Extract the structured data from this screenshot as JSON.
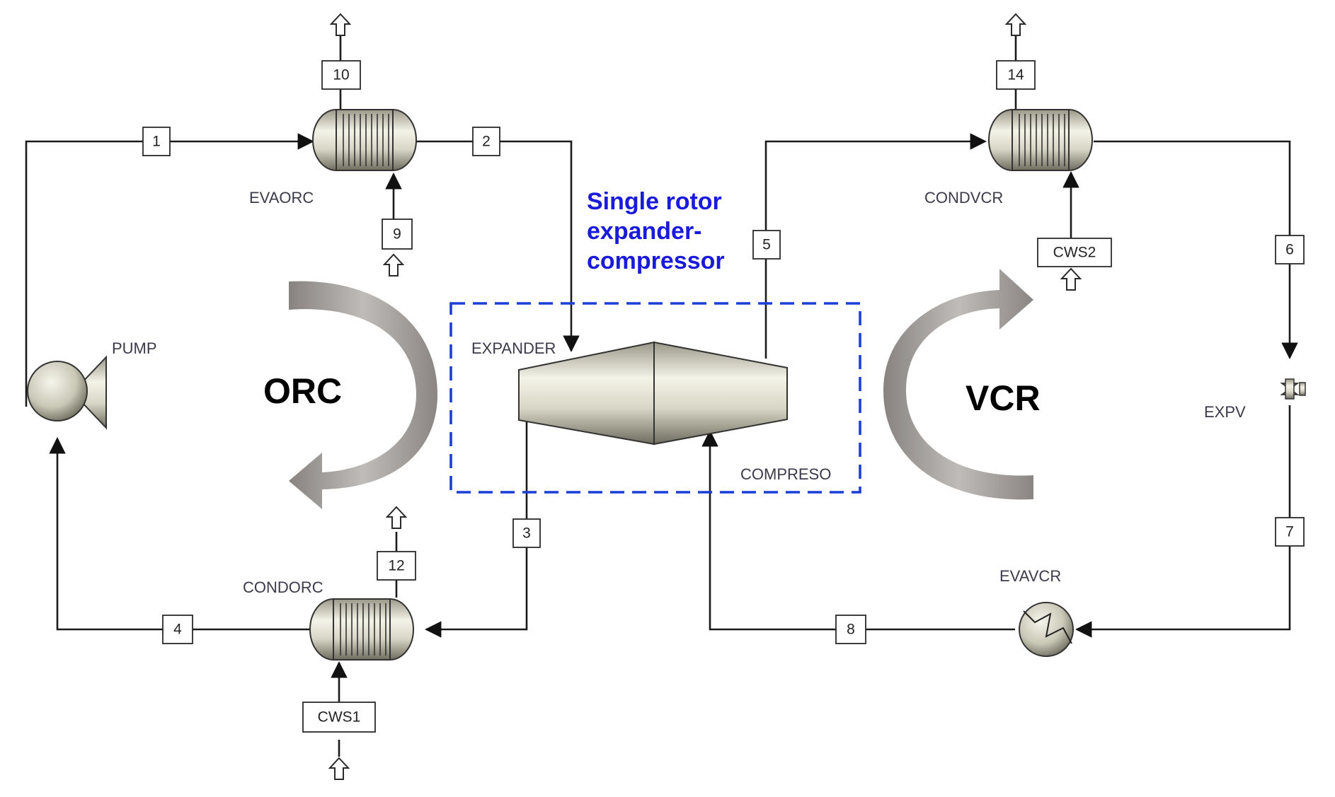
{
  "streams": {
    "s1": "1",
    "s2": "2",
    "s3": "3",
    "s4": "4",
    "s5": "5",
    "s6": "6",
    "s7": "7",
    "s8": "8",
    "s9": "9",
    "s10": "10",
    "s12": "12",
    "s14": "14",
    "cws1": "CWS1",
    "cws2": "CWS2"
  },
  "blocks": {
    "pump": "PUMP",
    "evaorc": "EVAORC",
    "condorc": "CONDORC",
    "expander": "EXPANDER",
    "compressor": "COMPRESO",
    "condvcr": "CONDVCR",
    "evavcr": "EVAVCR",
    "expv": "EXPV"
  },
  "cycles": {
    "orc": "ORC",
    "vcr": "VCR"
  },
  "annotation": {
    "line1": "Single rotor",
    "line2": "expander-",
    "line3": "compressor"
  },
  "colors": {
    "dashed_box": "#1a3fd6",
    "annotation_text": "#1a1adb",
    "cycle_arrow": "#8a8583"
  }
}
